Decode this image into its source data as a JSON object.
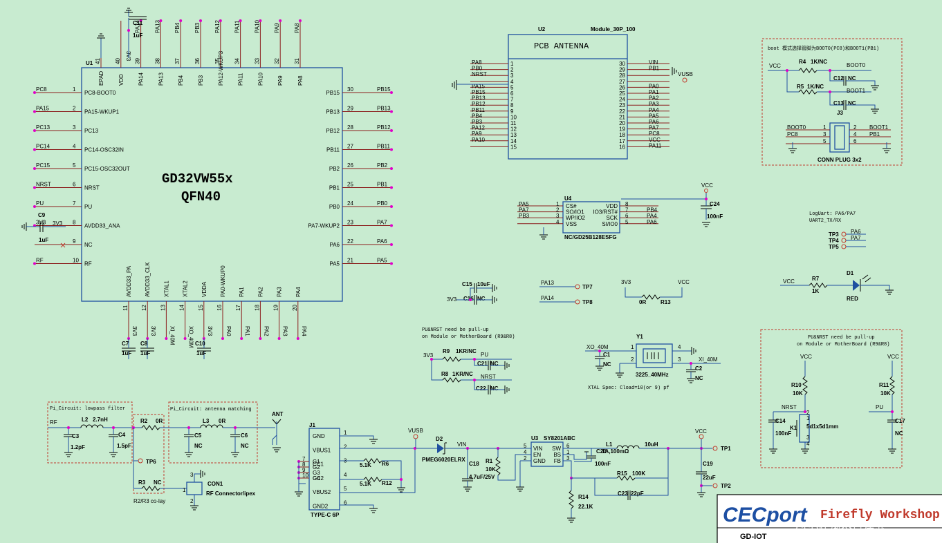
{
  "u1": {
    "ref": "U1",
    "part_line1": "GD32VW55x",
    "part_line2": "QFN40",
    "left_pins": [
      {
        "num": "1",
        "name": "PC8-BOOT0",
        "net": "PC8"
      },
      {
        "num": "2",
        "name": "PA15-WKUP1",
        "net": "PA15"
      },
      {
        "num": "3",
        "name": "PC13",
        "net": "PC13"
      },
      {
        "num": "4",
        "name": "PC14-OSC32IN",
        "net": "PC14"
      },
      {
        "num": "5",
        "name": "PC15-OSC32OUT",
        "net": "PC15"
      },
      {
        "num": "6",
        "name": "NRST",
        "net": "NRST"
      },
      {
        "num": "7",
        "name": "PU",
        "net": "PU"
      },
      {
        "num": "8",
        "name": "AVDD33_ANA",
        "net": "3V3"
      },
      {
        "num": "9",
        "name": "NC",
        "net": ""
      },
      {
        "num": "10",
        "name": "RF",
        "net": "RF"
      }
    ],
    "right_pins": [
      {
        "num": "30",
        "name": "PB15",
        "net": "PB15"
      },
      {
        "num": "29",
        "name": "PB13",
        "net": "PB13"
      },
      {
        "num": "28",
        "name": "PB12",
        "net": "PB12"
      },
      {
        "num": "27",
        "name": "PB11",
        "net": "PB11"
      },
      {
        "num": "26",
        "name": "PB2",
        "net": "PB2"
      },
      {
        "num": "25",
        "name": "PB1",
        "net": "PB1"
      },
      {
        "num": "24",
        "name": "PB0",
        "net": "PB0"
      },
      {
        "num": "23",
        "name": "PA7-WKUP2",
        "net": "PA7"
      },
      {
        "num": "22",
        "name": "PA6",
        "net": "PA6"
      },
      {
        "num": "21",
        "name": "PA5",
        "net": "PA5"
      }
    ],
    "top_pins": [
      {
        "num": "41",
        "name": "EPAD",
        "net": ""
      },
      {
        "num": "40",
        "name": "VDD",
        "net": "3V3"
      },
      {
        "num": "39",
        "name": "PA14",
        "net": "PA14"
      },
      {
        "num": "38",
        "name": "PA13",
        "net": "PA13"
      },
      {
        "num": "37",
        "name": "PB4",
        "net": "PB4"
      },
      {
        "num": "36",
        "name": "PB3",
        "net": "PB3"
      },
      {
        "num": "35",
        "name": "PA12-WKUP3",
        "net": "PA12"
      },
      {
        "num": "34",
        "name": "PA11",
        "net": "PA11"
      },
      {
        "num": "33",
        "name": "PA10",
        "net": "PA10"
      },
      {
        "num": "32",
        "name": "PA9",
        "net": "PA9"
      },
      {
        "num": "31",
        "name": "PA8",
        "net": "PA8"
      }
    ],
    "bottom_pins": [
      {
        "num": "11",
        "name": "AVDD33_PA",
        "net": "3V3"
      },
      {
        "num": "12",
        "name": "AVDD33_CLK",
        "net": "3V3"
      },
      {
        "num": "13",
        "name": "XTAL1",
        "net": "XI_40M"
      },
      {
        "num": "14",
        "name": "XTAL2",
        "net": "XO_40M"
      },
      {
        "num": "15",
        "name": "VDDA",
        "net": "3V3"
      },
      {
        "num": "16",
        "name": "PA0-WKUP0",
        "net": "PA0"
      },
      {
        "num": "17",
        "name": "PA1",
        "net": "PA1"
      },
      {
        "num": "18",
        "name": "PA2",
        "net": "PA2"
      },
      {
        "num": "19",
        "name": "PA3",
        "net": "PA3"
      },
      {
        "num": "20",
        "name": "PA4",
        "net": "PA4"
      }
    ]
  },
  "u1_caps": {
    "c11": "C11",
    "c11_val": "1uF",
    "c9": "C9",
    "c9_val": "1uF",
    "c7": "C7",
    "c8": "C8",
    "c10": "C10",
    "bottom_val": "1uF",
    "c9_net": "3V3"
  },
  "u2": {
    "ref": "U2",
    "part": "Module_30P_100",
    "title": "PCB ANTENNA",
    "left_pins": [
      {
        "num": "1",
        "net": "PA8"
      },
      {
        "num": "2",
        "net": "PB0"
      },
      {
        "num": "3",
        "net": "NRST"
      },
      {
        "num": "4",
        "net": ""
      },
      {
        "num": "5",
        "net": "PA15"
      },
      {
        "num": "6",
        "net": "PB15"
      },
      {
        "num": "7",
        "net": "PB13"
      },
      {
        "num": "8",
        "net": "PB12"
      },
      {
        "num": "9",
        "net": "PB11"
      },
      {
        "num": "10",
        "net": "PB4"
      },
      {
        "num": "11",
        "net": "PB3"
      },
      {
        "num": "12",
        "net": "PA12"
      },
      {
        "num": "13",
        "net": "PA9"
      },
      {
        "num": "14",
        "net": "PA10"
      },
      {
        "num": "15",
        "net": ""
      }
    ],
    "right_pins": [
      {
        "num": "30",
        "net": "VIN"
      },
      {
        "num": "29",
        "net": "PB1"
      },
      {
        "num": "28",
        "net": ""
      },
      {
        "num": "27",
        "net": ""
      },
      {
        "num": "26",
        "net": "PA0"
      },
      {
        "num": "25",
        "net": "PA1"
      },
      {
        "num": "24",
        "net": "PA2"
      },
      {
        "num": "23",
        "net": "PA3"
      },
      {
        "num": "22",
        "net": "PA4"
      },
      {
        "num": "21",
        "net": "PA5"
      },
      {
        "num": "20",
        "net": "PA6"
      },
      {
        "num": "19",
        "net": "PA7"
      },
      {
        "num": "18",
        "net": "PC8"
      },
      {
        "num": "17",
        "net": "VCC"
      },
      {
        "num": "16",
        "net": "PA11"
      }
    ],
    "vusb": "VUSB"
  },
  "boot": {
    "title": "boot 模式选择管脚为BOOT0(PC8)和BOOT1(PB1)",
    "vcc": "VCC",
    "r4": "R4",
    "r4_val": "1K/NC",
    "boot0": "BOOT0",
    "r5": "R5",
    "r5_val": "1K/NC",
    "boot1": "BOOT1",
    "c12": "C12",
    "c12_val": "NC",
    "c13": "C13",
    "c13_val": "NC",
    "j3": "J3",
    "j3_name": "CONN PLUG 3x2",
    "j3_left": [
      {
        "num": "1",
        "net": "BOOT0"
      },
      {
        "num": "3",
        "net": "PC8"
      },
      {
        "num": "5",
        "net": ""
      }
    ],
    "j3_right": [
      {
        "num": "2",
        "net": "BOOT1"
      },
      {
        "num": "4",
        "net": "PB1"
      },
      {
        "num": "6",
        "net": ""
      }
    ]
  },
  "u4": {
    "ref": "U4",
    "part": "NC/GD25B128ESFG",
    "left_pins": [
      {
        "num": "1",
        "name": "CS#",
        "net": "PA5"
      },
      {
        "num": "2",
        "name": "SO/IO1",
        "net": "PA7"
      },
      {
        "num": "3",
        "name": "WP/IO2",
        "net": "PB3"
      },
      {
        "num": "4",
        "name": "VSS",
        "net": ""
      }
    ],
    "right_pins": [
      {
        "num": "8",
        "name": "VDD",
        "net": "VCC"
      },
      {
        "num": "7",
        "name": "IO3/RST#",
        "net": "PB4"
      },
      {
        "num": "6",
        "name": "SCK",
        "net": "PA4"
      },
      {
        "num": "5",
        "name": "SI/IO0",
        "net": "PA6"
      }
    ],
    "c24": "C24",
    "c24_val": "100nF",
    "vcc": "VCC"
  },
  "loguart": {
    "line1": "LogUart: PA6/PA7",
    "line2": "UART2_TX/RX",
    "tps": [
      {
        "tp": "TP3",
        "net": "PA6"
      },
      {
        "tp": "TP4",
        "net": "PA7"
      },
      {
        "tp": "TP5",
        "net": ""
      }
    ]
  },
  "led": {
    "vcc": "VCC",
    "r7": "R7",
    "r7_val": "1K",
    "d1": "D1",
    "color": "RED"
  },
  "c15_16": {
    "c15": "C15",
    "c15_val": "10uF",
    "c16": "C16",
    "c16_val": "NC",
    "net": "3V3"
  },
  "tp78": [
    {
      "net": "PA13",
      "tp": "TP7"
    },
    {
      "net": "PA14",
      "tp": "TP8"
    }
  ],
  "r13": {
    "left": "3V3",
    "right": "VCC",
    "ref": "R13",
    "val": "0R"
  },
  "pullup_note": {
    "line1": "PU&NRST need be pull-up",
    "line2": "on Module or MotherBoard (R9&R8)"
  },
  "r9r8": {
    "net": "3V3",
    "r9": "R9",
    "r9_val": "1KR/NC",
    "pu": "PU",
    "c21": "C21",
    "c21_val": "NC",
    "r8": "R8",
    "r8_val": "1KR/NC",
    "nrst": "NRST",
    "c22": "C22",
    "c22_val": "NC"
  },
  "xtal": {
    "y1": "Y1",
    "part": "3225_40MHz",
    "xo": "XO_40M",
    "xi": "XI_40M",
    "c1": "C1",
    "c1_val": "NC",
    "c2": "C2",
    "c2_val": "NC",
    "spec": "XTAL Spec: Cload=10(or 9) pf",
    "pins": [
      "1",
      "2",
      "3",
      "4"
    ]
  },
  "pu_nrst2": {
    "line1": "PU&NRST need be pull-up",
    "line2": "on Module or MotherBoard (R9&R8)",
    "vcc": "VCC",
    "r10": "R10",
    "r10_val": "10K",
    "nrst": "NRST",
    "c14": "C14",
    "c14_val": "100nF",
    "k1": "K1",
    "k1_part": "5d1x5d1mm",
    "r11": "R11",
    "r11_val": "10K",
    "pu": "PU",
    "c17": "C17",
    "c17_val": "NC",
    "k1_pins": [
      "1",
      "2",
      "3",
      "4"
    ]
  },
  "rf": {
    "lp_title": "Pi_Circuit: lowpass filter",
    "am_title": "Pi_Circuit: antenna matching",
    "rf": "RF",
    "l2": "L2",
    "l2_val": "2.7nH",
    "c3": "C3",
    "c3_val": "1.2pF",
    "c4": "C4",
    "c4_val": "1.5pF",
    "r2": "R2",
    "r2_val": "0R",
    "tp6": "TP6",
    "r3": "R3",
    "r3_val": "NC",
    "colay": "R2/R3 co-lay",
    "l3": "L3",
    "l3_val": "0R",
    "c5": "C5",
    "c5_val": "NC",
    "c6": "C6",
    "c6_val": "NC",
    "ant": "ANT",
    "con1": "CON1",
    "con1_name": "RF Connector/ipex",
    "con1_pins": [
      "1",
      "3",
      "2"
    ]
  },
  "usb": {
    "j1": "J1",
    "j1_name": "TYPE-C 6P",
    "pins": [
      {
        "num": "1",
        "name": "GND"
      },
      {
        "num": "2",
        "name": "VBUS1"
      },
      {
        "num": "3",
        "name": "CC1"
      },
      {
        "num": "4",
        "name": "CC2"
      },
      {
        "num": "5",
        "name": "VBUS2"
      },
      {
        "num": "6",
        "name": "GND2"
      }
    ],
    "g_pins": [
      {
        "num": "7",
        "name": "G1"
      },
      {
        "num": "8",
        "name": "G2"
      },
      {
        "num": "9",
        "name": "G3"
      },
      {
        "num": "10",
        "name": "G4"
      }
    ],
    "r6": "R6",
    "r6_val": "5.1K",
    "r12": "R12",
    "r12_val": "5.1K",
    "vusb": "VUSB"
  },
  "buck": {
    "d2": "D2",
    "d2_part": "PMEG6020ELRX",
    "vin": "VIN",
    "c18": "C18",
    "c18_val": "4.7uF/25V",
    "r1": "R1",
    "r1_val": "10K",
    "u3": "U3",
    "u3_part": "SY8201ABC",
    "pins_left": [
      {
        "num": "5",
        "name": "VIN"
      },
      {
        "num": "4",
        "name": "EN"
      },
      {
        "num": "2",
        "name": "GND"
      }
    ],
    "pins_right": [
      {
        "num": "6",
        "name": "SW"
      },
      {
        "num": "1",
        "name": "BS"
      },
      {
        "num": "3",
        "name": "FB"
      }
    ],
    "c20": "C20",
    "c20_val": "100nF",
    "l1": "L1",
    "l1_val": "1A,100mΩ",
    "l1_ind": "10uH",
    "r15": "R15",
    "r15_val": "100K",
    "c23": "C23",
    "c23_val": "22pF",
    "r14": "R14",
    "r14_val": "22.1K",
    "vcc": "VCC",
    "tp1": "TP1",
    "tp2": "TP2",
    "c19": "C19",
    "c19_val": "22uF"
  },
  "titleblock": {
    "logo": "CECport",
    "tagline": "Firefly Workshop",
    "name": "GD-IOT",
    "watermark": "CSDN @今日待办"
  }
}
